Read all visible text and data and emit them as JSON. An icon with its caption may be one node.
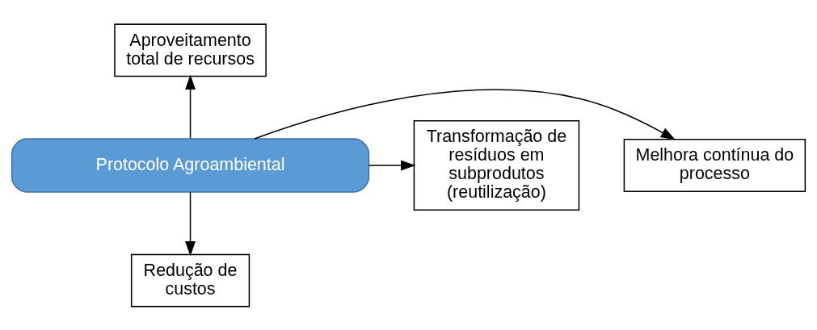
{
  "diagram": {
    "nodes": [
      {
        "text": [
          "Protocolo Agroambiental"
        ]
      },
      {
        "text": [
          "Aproveitamento total de recursos"
        ]
      },
      {
        "text": [
          "Transformação de resíduos em subprodutos (reutilização)"
        ]
      },
      {
        "text": [
          "Melhora contínua do processo"
        ]
      },
      {
        "text": [
          "Redução de custos"
        ]
      }
    ],
    "edges": [
      {
        "from": 0,
        "to": 1,
        "arrow": "to"
      },
      {
        "from": 0,
        "to": 2,
        "arrow": "to"
      },
      {
        "from": 0,
        "to": 3,
        "arrow": "to"
      },
      {
        "from": 0,
        "to": 4,
        "arrow": "to"
      }
    ]
  }
}
